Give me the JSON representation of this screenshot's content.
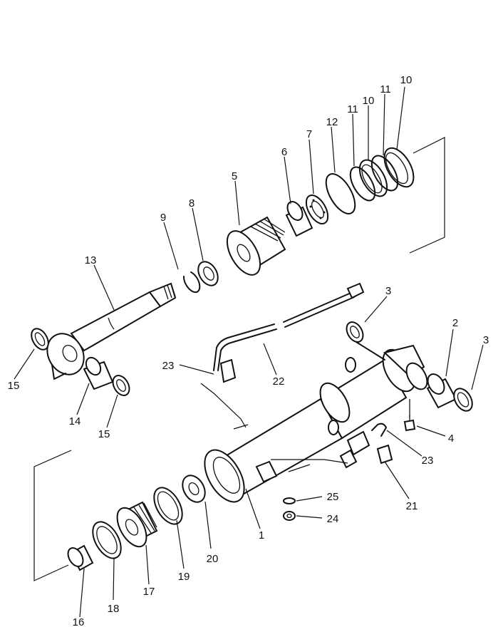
{
  "labels": {
    "l1": "1",
    "l2": "2",
    "l3a": "3",
    "l3b": "3",
    "l4": "4",
    "l5": "5",
    "l6": "6",
    "l7": "7",
    "l8": "8",
    "l9": "9",
    "l10a": "10",
    "l10b": "10",
    "l11a": "11",
    "l11b": "11",
    "l12": "12",
    "l13": "13",
    "l14": "14",
    "l15a": "15",
    "l15b": "15",
    "l16": "16",
    "l17": "17",
    "l18": "18",
    "l19": "19",
    "l20": "20",
    "l21": "21",
    "l22": "22",
    "l23a": "23",
    "l23b": "23",
    "l24": "24",
    "l25": "25"
  }
}
